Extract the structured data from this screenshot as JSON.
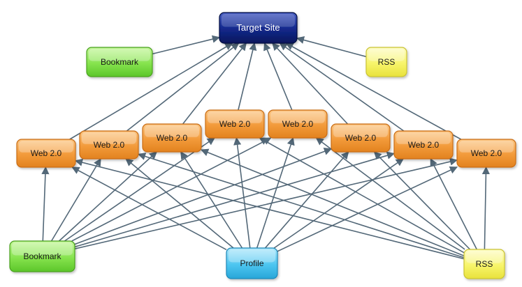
{
  "diagram": {
    "colors": {
      "target": "#0f1f78",
      "web": "#f29a3a",
      "bookmark": "#86e34e",
      "rss": "#f7f46a",
      "profile": "#4cc5f0",
      "arrow": "#536878"
    },
    "nodes": {
      "target": {
        "label": "Target Site",
        "kind": "target"
      },
      "bm_top": {
        "label": "Bookmark",
        "kind": "bookmark"
      },
      "rss_top": {
        "label": "RSS",
        "kind": "rss"
      },
      "w1": {
        "label": "Web 2.0",
        "kind": "web"
      },
      "w2": {
        "label": "Web 2.0",
        "kind": "web"
      },
      "w3": {
        "label": "Web 2.0",
        "kind": "web"
      },
      "w4": {
        "label": "Web 2.0",
        "kind": "web"
      },
      "w5": {
        "label": "Web 2.0",
        "kind": "web"
      },
      "w6": {
        "label": "Web 2.0",
        "kind": "web"
      },
      "w7": {
        "label": "Web 2.0",
        "kind": "web"
      },
      "w8": {
        "label": "Web 2.0",
        "kind": "web"
      },
      "bm_bot": {
        "label": "Bookmark",
        "kind": "bookmark"
      },
      "profile": {
        "label": "Profile",
        "kind": "profile"
      },
      "rss_bot": {
        "label": "RSS",
        "kind": "rss"
      }
    },
    "edges": [
      [
        "bm_top",
        "target"
      ],
      [
        "rss_top",
        "target"
      ],
      [
        "w1",
        "target"
      ],
      [
        "w2",
        "target"
      ],
      [
        "w3",
        "target"
      ],
      [
        "w4",
        "target"
      ],
      [
        "w5",
        "target"
      ],
      [
        "w6",
        "target"
      ],
      [
        "w7",
        "target"
      ],
      [
        "w8",
        "target"
      ],
      [
        "bm_bot",
        "w1"
      ],
      [
        "bm_bot",
        "w2"
      ],
      [
        "bm_bot",
        "w3"
      ],
      [
        "bm_bot",
        "w4"
      ],
      [
        "bm_bot",
        "w5"
      ],
      [
        "bm_bot",
        "w6"
      ],
      [
        "bm_bot",
        "w7"
      ],
      [
        "bm_bot",
        "w8"
      ],
      [
        "profile",
        "w1"
      ],
      [
        "profile",
        "w2"
      ],
      [
        "profile",
        "w3"
      ],
      [
        "profile",
        "w4"
      ],
      [
        "profile",
        "w5"
      ],
      [
        "profile",
        "w6"
      ],
      [
        "profile",
        "w7"
      ],
      [
        "profile",
        "w8"
      ],
      [
        "rss_bot",
        "w1"
      ],
      [
        "rss_bot",
        "w2"
      ],
      [
        "rss_bot",
        "w3"
      ],
      [
        "rss_bot",
        "w4"
      ],
      [
        "rss_bot",
        "w5"
      ],
      [
        "rss_bot",
        "w6"
      ],
      [
        "rss_bot",
        "w7"
      ],
      [
        "rss_bot",
        "w8"
      ]
    ]
  }
}
